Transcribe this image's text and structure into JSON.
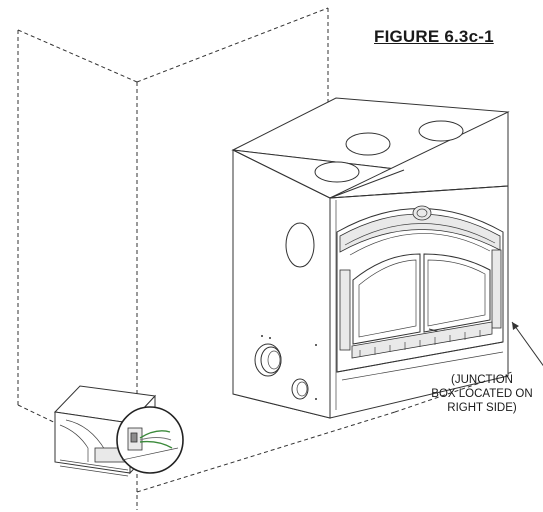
{
  "figure": {
    "title": "FIGURE 6.3c-1"
  },
  "callout": {
    "lines": [
      "(JUNCTION",
      "BOX LOCATED ON",
      "RIGHT SIDE)"
    ]
  },
  "colors": {
    "line": "#333333",
    "background": "#ffffff",
    "wire_green": "#3b8a3a"
  }
}
